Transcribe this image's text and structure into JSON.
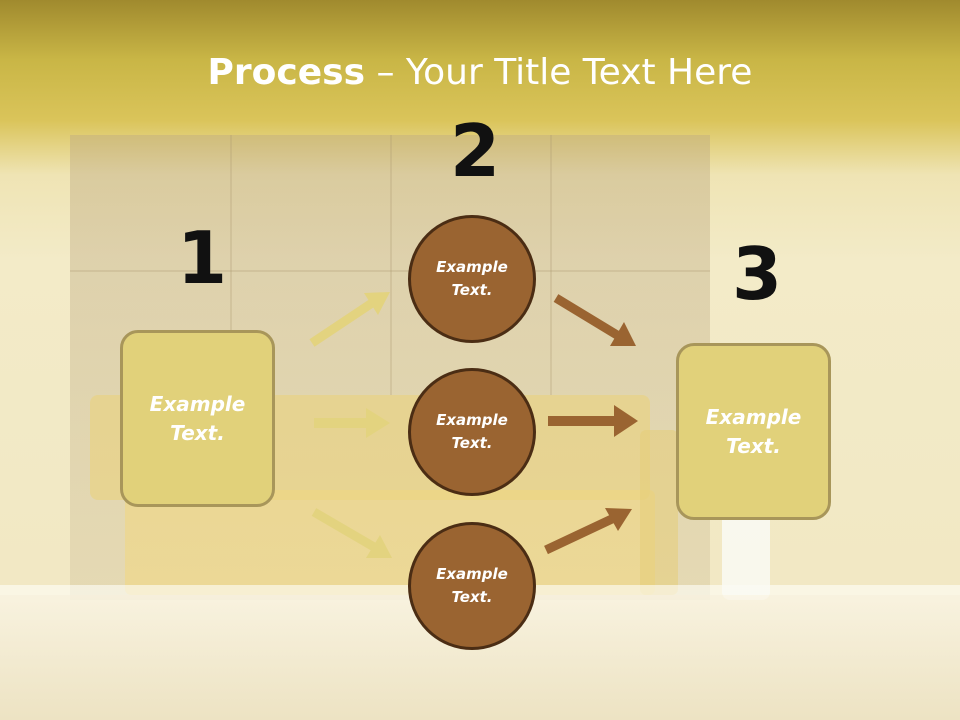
{
  "slide": {
    "title_bold": "Process",
    "title_rest": " – Your Title Text Here"
  },
  "steps": {
    "step1": {
      "number": "1",
      "text": "Example\nText."
    },
    "step2": {
      "number": "2",
      "items": [
        {
          "text": "Example\nText."
        },
        {
          "text": "Example\nText."
        },
        {
          "text": "Example\nText."
        }
      ]
    },
    "step3": {
      "number": "3",
      "text": "Example\nText."
    }
  },
  "colors": {
    "light_box": "#e1d17a",
    "circle_fill": "#9a6431",
    "light_arrow": "#e3d37f",
    "dark_arrow": "#9a6431"
  }
}
